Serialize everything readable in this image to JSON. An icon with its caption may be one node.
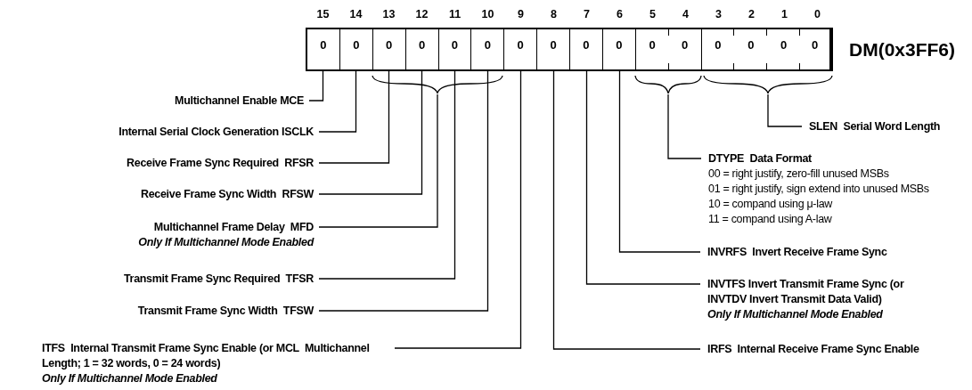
{
  "diagram": {
    "nodes": [
      {
        "text": [],
        "shape": "box",
        "beside": [
          "DM(0x3FF6)"
        ]
      },
      {
        "text": [
          "0"
        ],
        "in": 0,
        "beside": [
          "15"
        ]
      },
      {
        "text": [
          "0"
        ],
        "in": 0,
        "beside": [
          "14"
        ]
      },
      {
        "text": [
          "0"
        ],
        "in": 0,
        "beside": [
          "13"
        ]
      },
      {
        "text": [
          "0"
        ],
        "in": 0,
        "beside": [
          "12"
        ]
      },
      {
        "text": [
          "0"
        ],
        "in": 0,
        "beside": [
          "11"
        ]
      },
      {
        "text": [
          "0"
        ],
        "in": 0,
        "beside": [
          "10"
        ]
      },
      {
        "text": [
          "0"
        ],
        "in": 0,
        "beside": [
          "9"
        ]
      },
      {
        "text": [
          "0"
        ],
        "in": 0,
        "beside": [
          "8"
        ]
      },
      {
        "text": [
          "0"
        ],
        "in": 0,
        "beside": [
          "7"
        ]
      },
      {
        "text": [
          "0"
        ],
        "in": 0,
        "beside": [
          "6"
        ]
      },
      {
        "text": [
          "0"
        ],
        "in": 0,
        "beside": [
          "5"
        ]
      },
      {
        "text": [
          "0"
        ],
        "in": 0,
        "beside": [
          "4"
        ]
      },
      {
        "text": [
          "0"
        ],
        "in": 0,
        "beside": [
          "3"
        ]
      },
      {
        "text": [
          "0"
        ],
        "in": 0,
        "beside": [
          "2"
        ]
      },
      {
        "text": [
          "0"
        ],
        "in": 0,
        "beside": [
          "1"
        ]
      },
      {
        "text": [
          "0"
        ],
        "in": 0,
        "beside": [
          "0"
        ]
      },
      {
        "text": [],
        "shape": "brace"
      },
      {
        "text": [],
        "shape": "brace"
      },
      {
        "text": [],
        "shape": "brace"
      },
      {
        "text": [
          "SLEN  Serial Word Length"
        ]
      },
      {
        "text": [
          "Multichannel Enable MCE"
        ]
      },
      {
        "text": [
          "Internal Serial Clock Generation ISCLK"
        ]
      },
      {
        "text": [
          "DTYPE  Data Format",
          "00 = right justify, zero-fill unused MSBs",
          "01 = right justify, sign extend into unused MSBs",
          "10 = compand using μ-law",
          "11 = compand using A-law"
        ]
      },
      {
        "text": [
          "Receive Frame Sync Required  RFSR"
        ]
      },
      {
        "text": [
          "Receive Frame Sync Width  RFSW"
        ]
      },
      {
        "text": [
          "Multichannel Frame Delay  MFD",
          "Only If Multichannel Mode Enabled"
        ]
      },
      {
        "text": [
          "INVRFS  Invert Receive Frame Sync"
        ]
      },
      {
        "text": [
          "Transmit Frame Sync Required  TFSR"
        ]
      },
      {
        "text": [
          "INVTFS Invert Transmit Frame Sync (or INVTDV Invert Transmit Data Valid)",
          "Only If Multichannel Mode Enabled"
        ]
      },
      {
        "text": [
          "Transmit Frame Sync Width  TFSW"
        ]
      },
      {
        "text": [
          "ITFS  Internal Transmit Frame Sync Enable (or MCL  Multichannel Length; 1 = 32 words, 0 = 24 words)",
          "Only If Multichannel Mode Enabled"
        ]
      },
      {
        "text": [
          "IRFS  Internal Receive Frame Sync Enable"
        ]
      }
    ],
    "edges": [
      {
        "from": 21,
        "to": 1,
        "arrow": "none"
      },
      {
        "from": 22,
        "to": 2,
        "arrow": "none"
      },
      {
        "from": 24,
        "to": 3,
        "arrow": "none"
      },
      {
        "from": 25,
        "to": 4,
        "arrow": "none"
      },
      {
        "from": 26,
        "to": 17,
        "arrow": "none"
      },
      {
        "from": 28,
        "to": 5,
        "arrow": "none"
      },
      {
        "from": 30,
        "to": 6,
        "arrow": "none"
      },
      {
        "from": 31,
        "to": 7,
        "arrow": "none"
      },
      {
        "from": 32,
        "to": 8,
        "arrow": "none"
      },
      {
        "from": 29,
        "to": 9,
        "arrow": "none"
      },
      {
        "from": 27,
        "to": 10,
        "arrow": "none"
      },
      {
        "from": 23,
        "to": 18,
        "arrow": "none"
      },
      {
        "from": 20,
        "to": 19,
        "arrow": "none"
      }
    ]
  }
}
